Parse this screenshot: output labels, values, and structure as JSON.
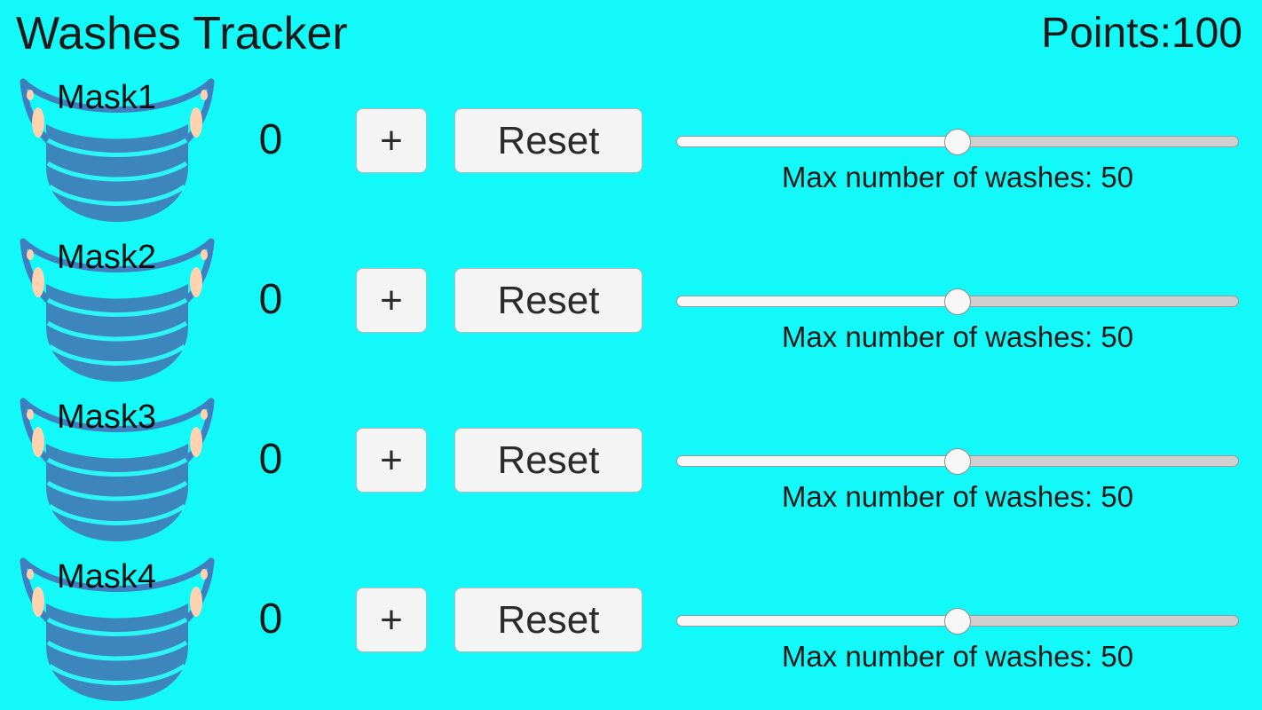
{
  "header": {
    "title": "Washes Tracker",
    "points_label": "Points:",
    "points_value": "100",
    "points_text": "Points:100"
  },
  "colors": {
    "background": "#13f9f9",
    "mask_body": "#3d85bd",
    "mask_pleat_line": "#2bf5f5",
    "mask_strap": "#3f7fc0",
    "mask_ear": "#ffd2b0",
    "text": "#1a1a1a",
    "button_face": "#f4f4f4",
    "button_border": "#b8b8b8",
    "slider_track_filled": "#f7f7f7",
    "slider_track_empty": "#cfcfcf",
    "slider_thumb": "#f7f7f7"
  },
  "slider": {
    "min": 0,
    "max": 100,
    "caption_prefix": "Max number of washes: "
  },
  "buttons": {
    "increment_label": "+",
    "reset_label": "Reset"
  },
  "masks": [
    {
      "label": "Mask1",
      "count": "0",
      "max_washes": "50",
      "slider_percent": 50,
      "slider_caption": "Max number of washes: 50",
      "icon": "face-mask-icon"
    },
    {
      "label": "Mask2",
      "count": "0",
      "max_washes": "50",
      "slider_percent": 50,
      "slider_caption": "Max number of washes: 50",
      "icon": "face-mask-icon"
    },
    {
      "label": "Mask3",
      "count": "0",
      "max_washes": "50",
      "slider_percent": 50,
      "slider_caption": "Max number of washes: 50",
      "icon": "face-mask-icon"
    },
    {
      "label": "Mask4",
      "count": "0",
      "max_washes": "50",
      "slider_percent": 50,
      "slider_caption": "Max number of washes: 50",
      "icon": "face-mask-icon"
    }
  ]
}
